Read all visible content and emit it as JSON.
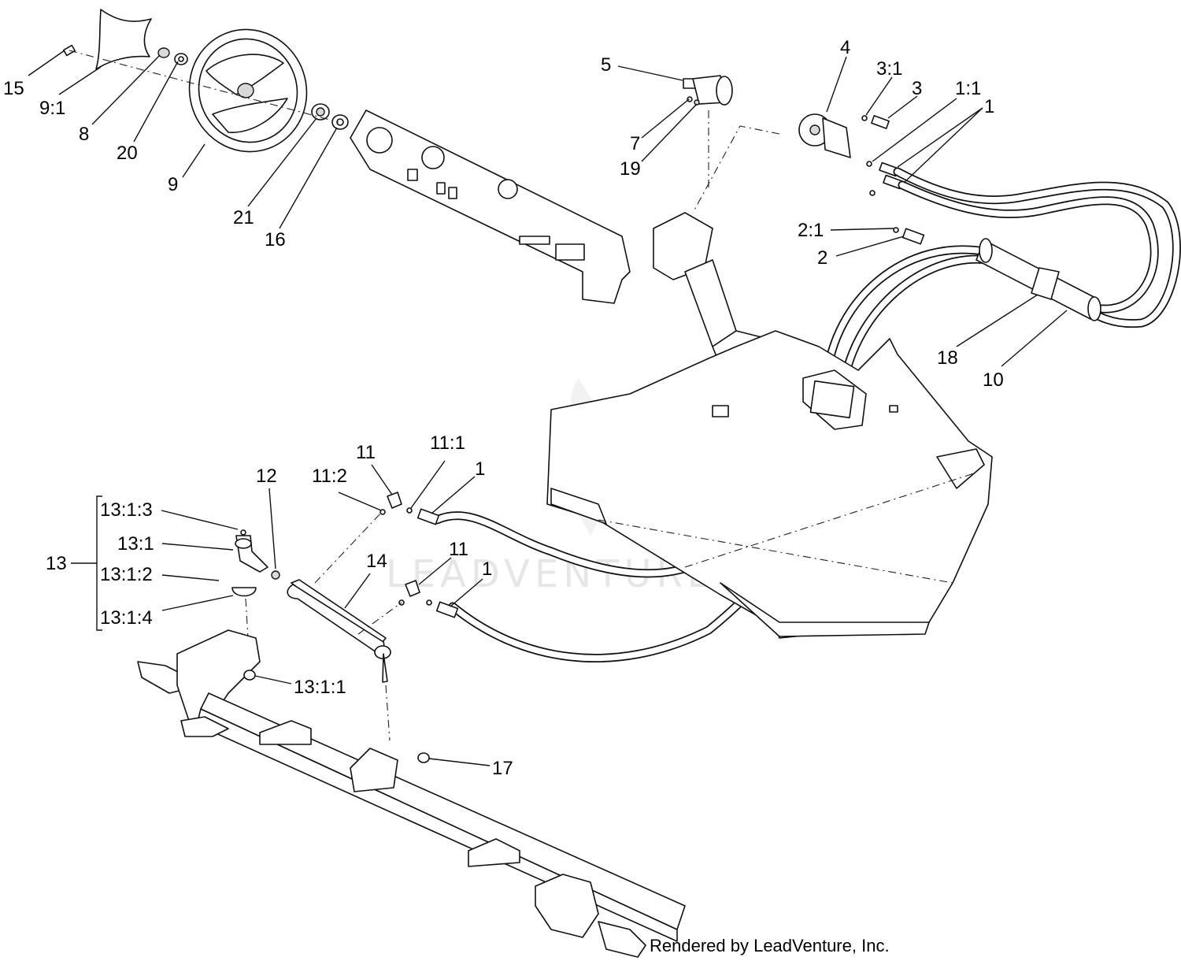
{
  "callouts": {
    "c15": "15",
    "c9_1": "9:1",
    "c8": "8",
    "c20": "20",
    "c9": "9",
    "c21": "21",
    "c16": "16",
    "c5": "5",
    "c7": "7",
    "c19": "19",
    "c4": "4",
    "c3_1": "3:1",
    "c3": "3",
    "c1_1": "1:1",
    "c1_top": "1",
    "c2_1": "2:1",
    "c2": "2",
    "c18": "18",
    "c10": "10",
    "c11_a": "11",
    "c11_1": "11:1",
    "c11_2": "11:2",
    "c1_mid": "1",
    "c12": "12",
    "c13_1_3": "13:1:3",
    "c13_1": "13:1",
    "c13": "13",
    "c13_1_2": "13:1:2",
    "c13_1_4": "13:1:4",
    "c14": "14",
    "c11_b": "11",
    "c1_low": "1",
    "c13_1_1": "13:1:1",
    "c17": "17"
  },
  "watermark": "LEADVENTURE",
  "credit": "Rendered by LeadVenture, Inc."
}
